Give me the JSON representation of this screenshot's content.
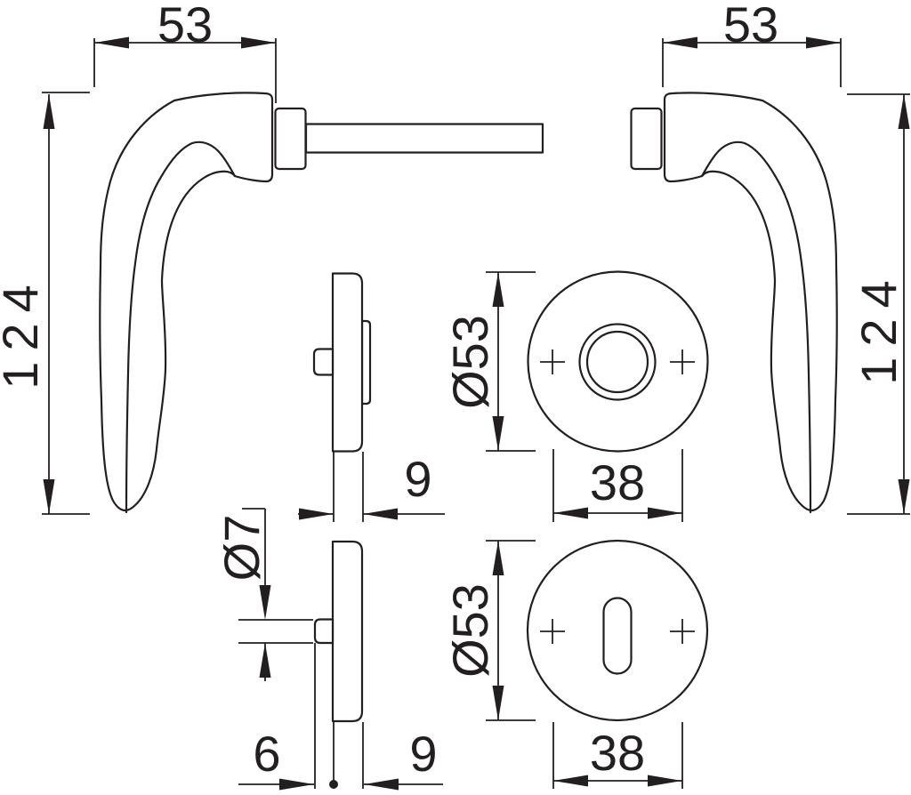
{
  "drawing": {
    "type": "technical-dimension-drawing",
    "subject": "door lever handle set with round roses",
    "background": "#ffffff",
    "line_color": "#231f20",
    "dims": {
      "left_handle_width": "53",
      "right_handle_width": "53",
      "left_handle_length": "124",
      "right_handle_length": "124",
      "handle_rose_diameter": "Ø53",
      "handle_rose_hole_spacing": "38",
      "handle_rose_thickness": "9",
      "key_rose_diameter": "Ø53",
      "key_rose_hole_spacing": "38",
      "key_rose_thickness": "9",
      "fixing_pin_diameter": "Ø7",
      "fixing_pin_protrusion": "6"
    }
  }
}
